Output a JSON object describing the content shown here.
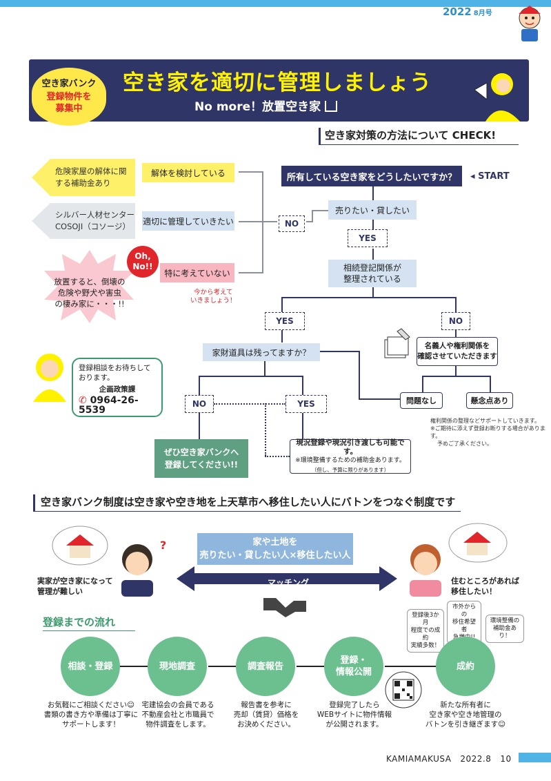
{
  "header": {
    "issue": "2022",
    "issue_suffix": "8月号"
  },
  "banner": {
    "badge_line1": "空き家バンク",
    "badge_line2": "登録物件を",
    "badge_line3": "募集中",
    "title": "空き家を適切に管理しましょう",
    "subtitle": "No more！放置空き家"
  },
  "check_header": "空き家対策の方法について CHECK!",
  "flow": {
    "start_question": "所有している空き家をどうしたいですか？",
    "start_label": "START",
    "sell_rent": "売りたい・貸したい",
    "no": "NO",
    "yes": "YES",
    "registry_q1": "相続登記関係が",
    "registry_q2": "整理されている",
    "demolish": "解体を検討している",
    "manage": "適切に管理していきたい",
    "not_thinking": "特に考えていない",
    "subsidy1": "危険家屋の解体に関",
    "subsidy2": "する補助金あり",
    "silver1": "シルバー人材センター",
    "silver2": "COSOJI（コソージ）",
    "oh_no1": "Oh,",
    "oh_no2": "No!!",
    "danger1": "放置すると、倒壊の",
    "danger2": "危険や野犬や害虫",
    "danger3": "の棲み家に・・・!!",
    "think_now1": "今から考えて",
    "think_now2": "いきましょう！",
    "goods_q": "家財道具は残ってますか？",
    "confirm1": "名義人や権利関係を",
    "confirm2": "確認させていただきます",
    "no_problem": "問題なし",
    "concern": "懸念点あり",
    "rights_note1": "権利関係の整理などサポートしていきます。",
    "rights_note2": "※ご期待に添えず登録お断りする場合があります。",
    "rights_note3": "予めご了承ください。",
    "register_please1": "ぜひ空き家バンクへ",
    "register_please2": "登録してください!!",
    "as_is": "現況登録や現況引き渡しも可能です。",
    "as_is_note1": "※環境整備するための補助金あります。",
    "as_is_note2": "（但し、予算に限りがあります）",
    "contact1": "登録相談をお待ちして",
    "contact2": "おります。",
    "dept": "企画政策課",
    "phone": "0964-26-5539"
  },
  "section2": {
    "heading": "空き家バンク制度は空き家や空き地を上天草市へ移住したい人にバトンをつなぐ制度です",
    "sell_line1": "家や土地を",
    "sell_line2": "売りたい・貸したい人×移住したい人",
    "matching": "マッチング",
    "left_caption1": "実家が空き家になって",
    "left_caption2": "管理が難しい",
    "right_caption1": "住むところがあれば",
    "right_caption2": "移住したい！",
    "question_mark": "?"
  },
  "process": {
    "heading": "登録までの流れ",
    "steps": [
      {
        "label": "相談・登録",
        "cap1": "お気軽にご相談ください☺",
        "cap2": "書類の書き方や準備は丁寧に",
        "cap3": "サポートします！"
      },
      {
        "label": "現地調査",
        "cap1": "宅建協会の会員である",
        "cap2": "不動産会社と市職員で",
        "cap3": "物件調査をします。"
      },
      {
        "label": "調査報告",
        "cap1": "報告書を参考に",
        "cap2": "売却（賃貸）価格を",
        "cap3": "お決めください。"
      },
      {
        "label": "登録・情報公開",
        "label1": "登録・",
        "label2": "情報公開",
        "cap1": "登録完了したら",
        "cap2": "WEBサイトに物件情報",
        "cap3": "が公開されます。"
      },
      {
        "label": "成約",
        "cap1": "新たな所有者に",
        "cap2": "空き家や空き地管理の",
        "cap3": "バトンを引き継ぎます☺"
      }
    ],
    "bubble1": [
      "登録後3か月",
      "程度での成約",
      "実績多数！"
    ],
    "bubble2": [
      "市外からの",
      "移住希望者",
      "急増中!!"
    ],
    "bubble3": [
      "環境整備の",
      "補助金あり！"
    ]
  },
  "footer": {
    "magazine": "KAMIAMAKUSA",
    "date": "2022.8",
    "page": "10"
  },
  "colors": {
    "navy": "#2f3566",
    "accent_blue": "#4fb3e6",
    "yellow": "#fff200",
    "green": "#6cc08f"
  }
}
